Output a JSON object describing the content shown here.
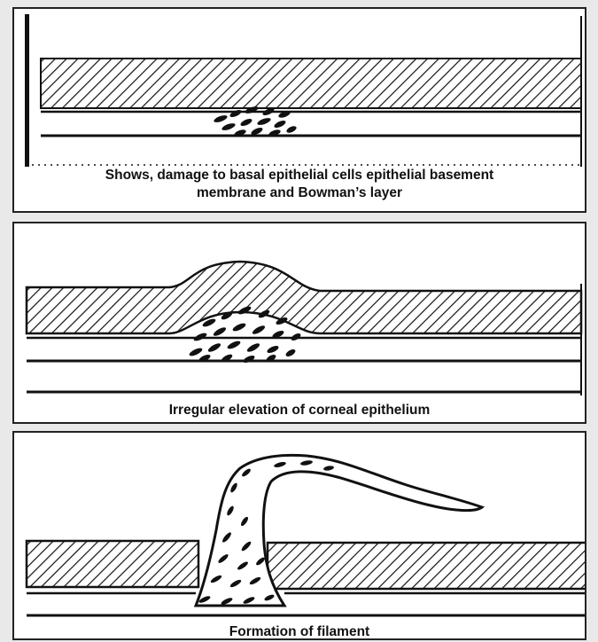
{
  "panels": [
    {
      "caption_line1": "Shows, damage to basal epithelial cells epithelial basement",
      "caption_line2": "membrane and Bowman’s layer"
    },
    {
      "caption": "Irregular elevation of corneal epithelium"
    },
    {
      "caption": "Formation of filament"
    }
  ],
  "colors": {
    "ink": "#111111",
    "paper": "#ffffff",
    "background": "#e9e9e9"
  }
}
